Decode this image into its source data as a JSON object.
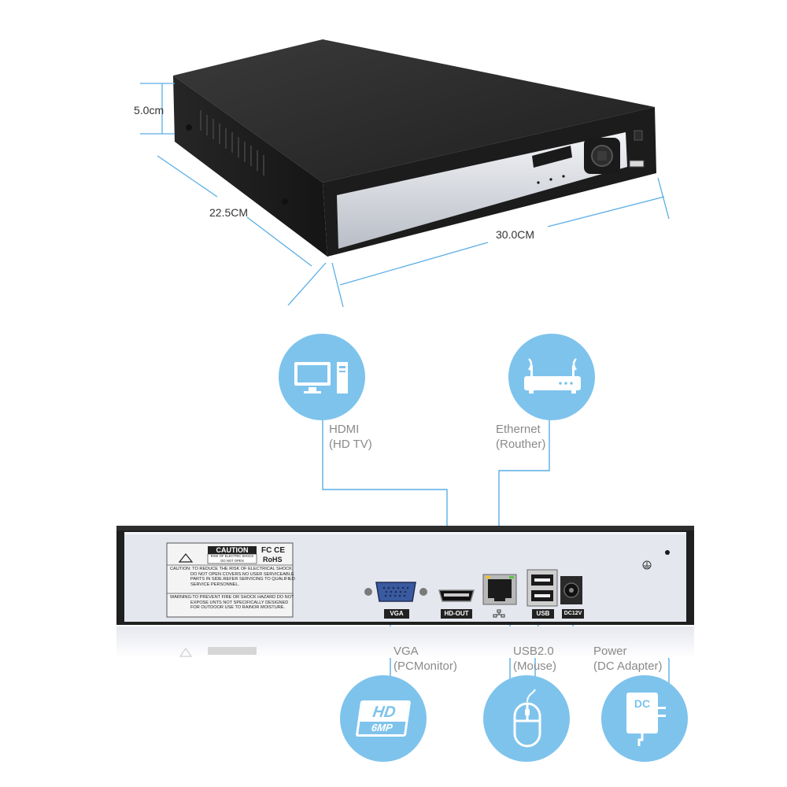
{
  "dimensions": {
    "height": "5.0cm",
    "depth": "22.5CM",
    "width": "30.0CM"
  },
  "connections": {
    "hdmi": {
      "line1": "HDMI",
      "line2": "(HD TV)",
      "icon": "monitor-computer-icon"
    },
    "ethernet": {
      "line1": "Ethernet",
      "line2": "(Routher)",
      "icon": "router-icon"
    },
    "vga": {
      "line1": "VGA",
      "line2": "(PCMonitor)",
      "icon": "hd-6mp-icon"
    },
    "usb": {
      "line1": "USB2.0",
      "line2": "(Mouse)",
      "icon": "mouse-icon"
    },
    "power": {
      "line1": "Power",
      "line2": "(DC Adapter)",
      "icon": "dc-adapter-icon"
    }
  },
  "hd_badge": {
    "top": "HD",
    "bottom": "6MP"
  },
  "dc_badge": "DC",
  "rear_panel": {
    "caution_title": "CAUTION",
    "caution_sub1": "RISK OF ELECTRIC SHOCK",
    "caution_sub2": "DO NOT OPEN",
    "fc_mark": "FC CE",
    "rohs": "RoHS",
    "warning_text": [
      "CAUTION: TO REDUCE THE RISK OF ELECTRICAL SHOCK",
      "DO NOT OPEN COVERS.NO USER SERVICEABLE",
      "PARTS IN SIDE.REFER SERVICING TO QUALIFIED",
      "SERVICE PERSONNEL."
    ],
    "warning_text2": [
      "WARNING:TO PREVENT FIRE OR SHOCK HAZARD DO NOT",
      "EXPOSE UNTS NOT SPECIFICALLY DESIGNED",
      "FOR OUTDOOR USE TO RAINOR MOISTURE."
    ],
    "port_labels": {
      "vga": "VGA",
      "hdmi": "HD-OUT",
      "usb": "USB",
      "dc": "DC12V"
    }
  },
  "colors": {
    "accent_blue": "#5aaee6",
    "circle_blue": "#7ec3ec",
    "device_dark": "#2b2b2b",
    "panel_silver": "#dfe3eb"
  }
}
